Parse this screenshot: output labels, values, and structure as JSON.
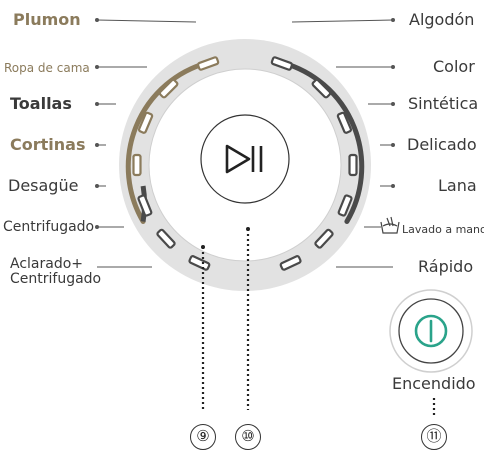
{
  "left_programs": [
    {
      "label": "Plumon",
      "style": "tan"
    },
    {
      "label": "Ropa de cama",
      "style": "tan-small"
    },
    {
      "label": "Toallas",
      "style": "tan"
    },
    {
      "label": "Cortinas",
      "style": "tan"
    },
    {
      "label": "Desagüe",
      "style": "normal"
    },
    {
      "label": "Centrifugado",
      "style": "normal"
    },
    {
      "label": "Aclarado+\nCentrifugado",
      "style": "twoline"
    }
  ],
  "right_programs": [
    {
      "label": "Algodón"
    },
    {
      "label": "Color"
    },
    {
      "label": "Sintética"
    },
    {
      "label": "Delicado"
    },
    {
      "label": "Lana"
    },
    {
      "label": "Lavado a mano"
    },
    {
      "label": "Rápido"
    }
  ],
  "power": {
    "label": "Encendido"
  },
  "callouts": {
    "dial": "⑨",
    "start": "⑩",
    "power": "⑪"
  },
  "colors": {
    "tan": "#8b7b5c",
    "dial_ring": "#e0e0e0",
    "indicator_dark": "#4a4a4a",
    "power_green": "#2aa38a"
  },
  "icons": {
    "start_pause": "play-pause-icon",
    "power": "power-icon",
    "hand_wash": "hand-wash-icon"
  }
}
